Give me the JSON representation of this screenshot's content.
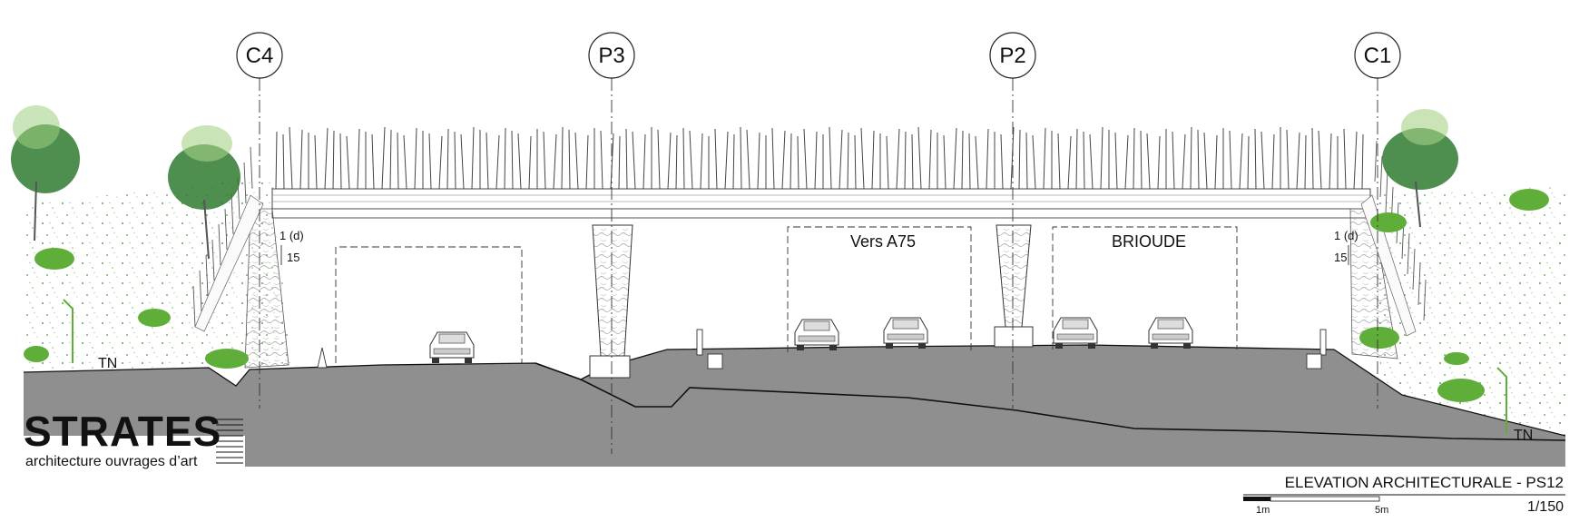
{
  "axes": [
    {
      "id": "C4",
      "label": "C4"
    },
    {
      "id": "P3",
      "label": "P3"
    },
    {
      "id": "P2",
      "label": "P2"
    },
    {
      "id": "C1",
      "label": "C1"
    }
  ],
  "signs": {
    "left": "Vers A75",
    "right": "BRIOUDE"
  },
  "slopes": {
    "left_ratio": "1 (d)",
    "left_base": "15",
    "right_ratio": "1 (d)",
    "right_base": "15"
  },
  "terrain": {
    "left_label": "TN",
    "right_label": "TN"
  },
  "brand": {
    "name": "STRATES",
    "subtitle": "architecture ouvrages d’art"
  },
  "title_block": {
    "title": "ELEVATION ARCHITECTURALE - PS12",
    "scale": "1/150",
    "scale_bar_start": "1m",
    "scale_bar_end": "5m"
  },
  "colors": {
    "ground": "#8f8f8f",
    "foliage_dark": "#2f7a2f",
    "foliage_light": "#5fae3a",
    "ink": "#111111"
  }
}
